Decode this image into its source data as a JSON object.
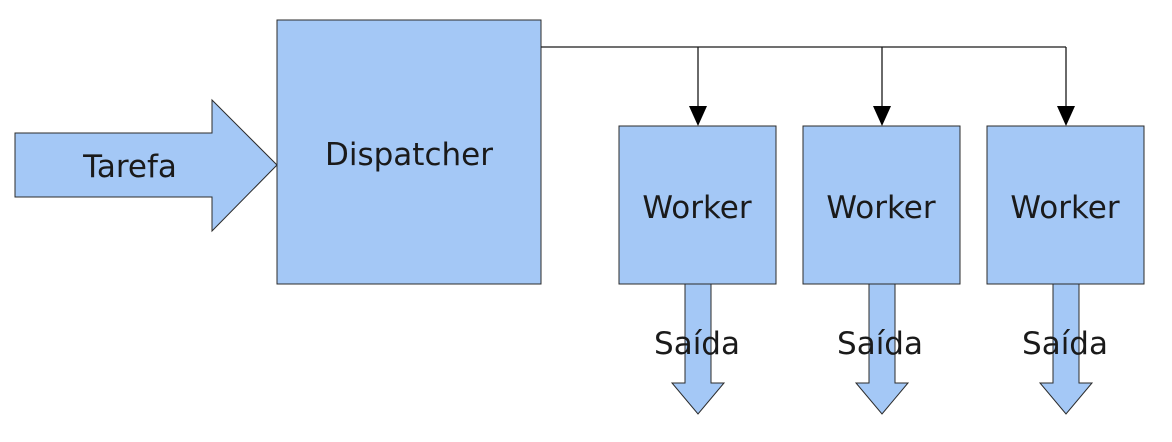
{
  "diagram": {
    "input_label": "Tarefa",
    "dispatcher_label": "Dispatcher",
    "workers": [
      {
        "label": "Worker",
        "output_label": "Saída"
      },
      {
        "label": "Worker",
        "output_label": "Saída"
      },
      {
        "label": "Worker",
        "output_label": "Saída"
      }
    ]
  },
  "colors": {
    "fill": "#a4c8f6",
    "stroke": "#2b2b2b",
    "text": "#1a1a1a",
    "background": "#ffffff"
  }
}
